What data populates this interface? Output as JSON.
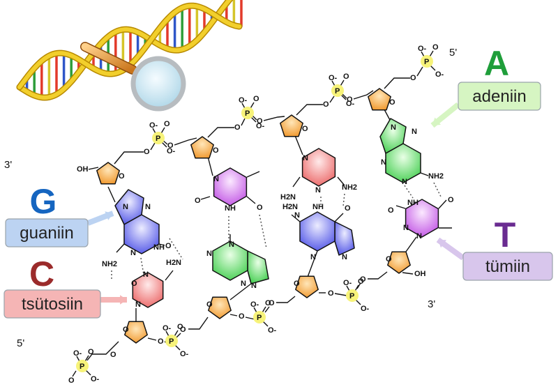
{
  "strand_ends": {
    "top_right": "5'",
    "left_top": "3'",
    "right_bottom": "3'",
    "left_bottom": "5'"
  },
  "bases": {
    "A": {
      "letter": "A",
      "name": "adeniin",
      "letter_color": "#1f9e3a",
      "box_color": "#d6f5c2"
    },
    "G": {
      "letter": "G",
      "name": "guaniin",
      "letter_color": "#1565c0",
      "box_color": "#bcd3f2"
    },
    "C": {
      "letter": "C",
      "name": "tsütosiin",
      "letter_color": "#9b2b2b",
      "box_color": "#f5b5b5"
    },
    "T": {
      "letter": "T",
      "name": "tümiin",
      "letter_color": "#6a2c91",
      "box_color": "#d8c6ec"
    }
  },
  "atoms": {
    "P": "P",
    "O": "O",
    "Om": "O-",
    "OH": "OH",
    "N": "N",
    "NH": "NH",
    "NH2": "NH2",
    "H2N": "H2N"
  },
  "colors": {
    "sugar": "#f3a23c",
    "adenine": "#8fe78e",
    "guanine": "#8f8ff0",
    "cytosine": "#f49a9a",
    "thymine": "#de8ff0",
    "phosphate": "#f7f37a"
  }
}
